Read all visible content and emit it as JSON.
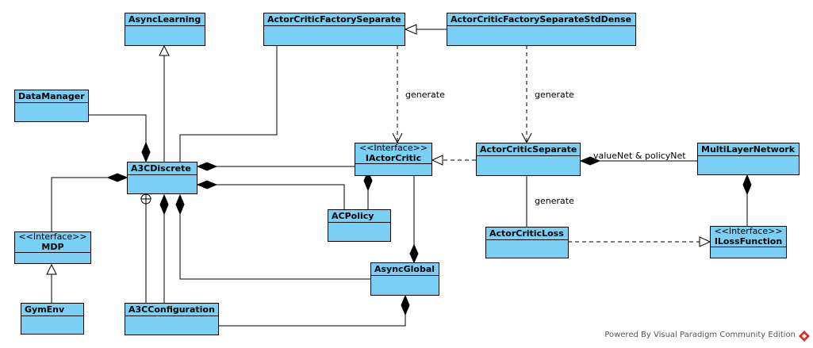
{
  "classes": {
    "async_learning": "AsyncLearning",
    "ac_factory_separate": "ActorCriticFactorySeparate",
    "ac_factory_separate_std_dense": "ActorCriticFactorySeparateStdDense",
    "data_manager": "DataManager",
    "a3c_discrete": "A3CDiscrete",
    "iactor_critic": "IActorCritic",
    "actor_critic_separate": "ActorCriticSeparate",
    "multi_layer_network": "MultiLayerNetwork",
    "ac_policy": "ACPolicy",
    "mdp": "MDP",
    "actor_critic_loss": "ActorCriticLoss",
    "iloss_function": "ILossFunction",
    "async_global": "AsyncGlobal",
    "gym_env": "GymEnv",
    "a3c_configuration": "A3CConfiguration"
  },
  "stereotype": "<<Interface>>",
  "labels": {
    "generate_left": "generate",
    "generate_right": "generate",
    "generate_loss": "generate",
    "value_policy_net": "valueNet & policyNet"
  },
  "footer": "Powered By Visual Paradigm Community Edition",
  "colors": {
    "class_fill": "#7acff5",
    "line": "#000000",
    "logo_red": "#d9342b"
  }
}
